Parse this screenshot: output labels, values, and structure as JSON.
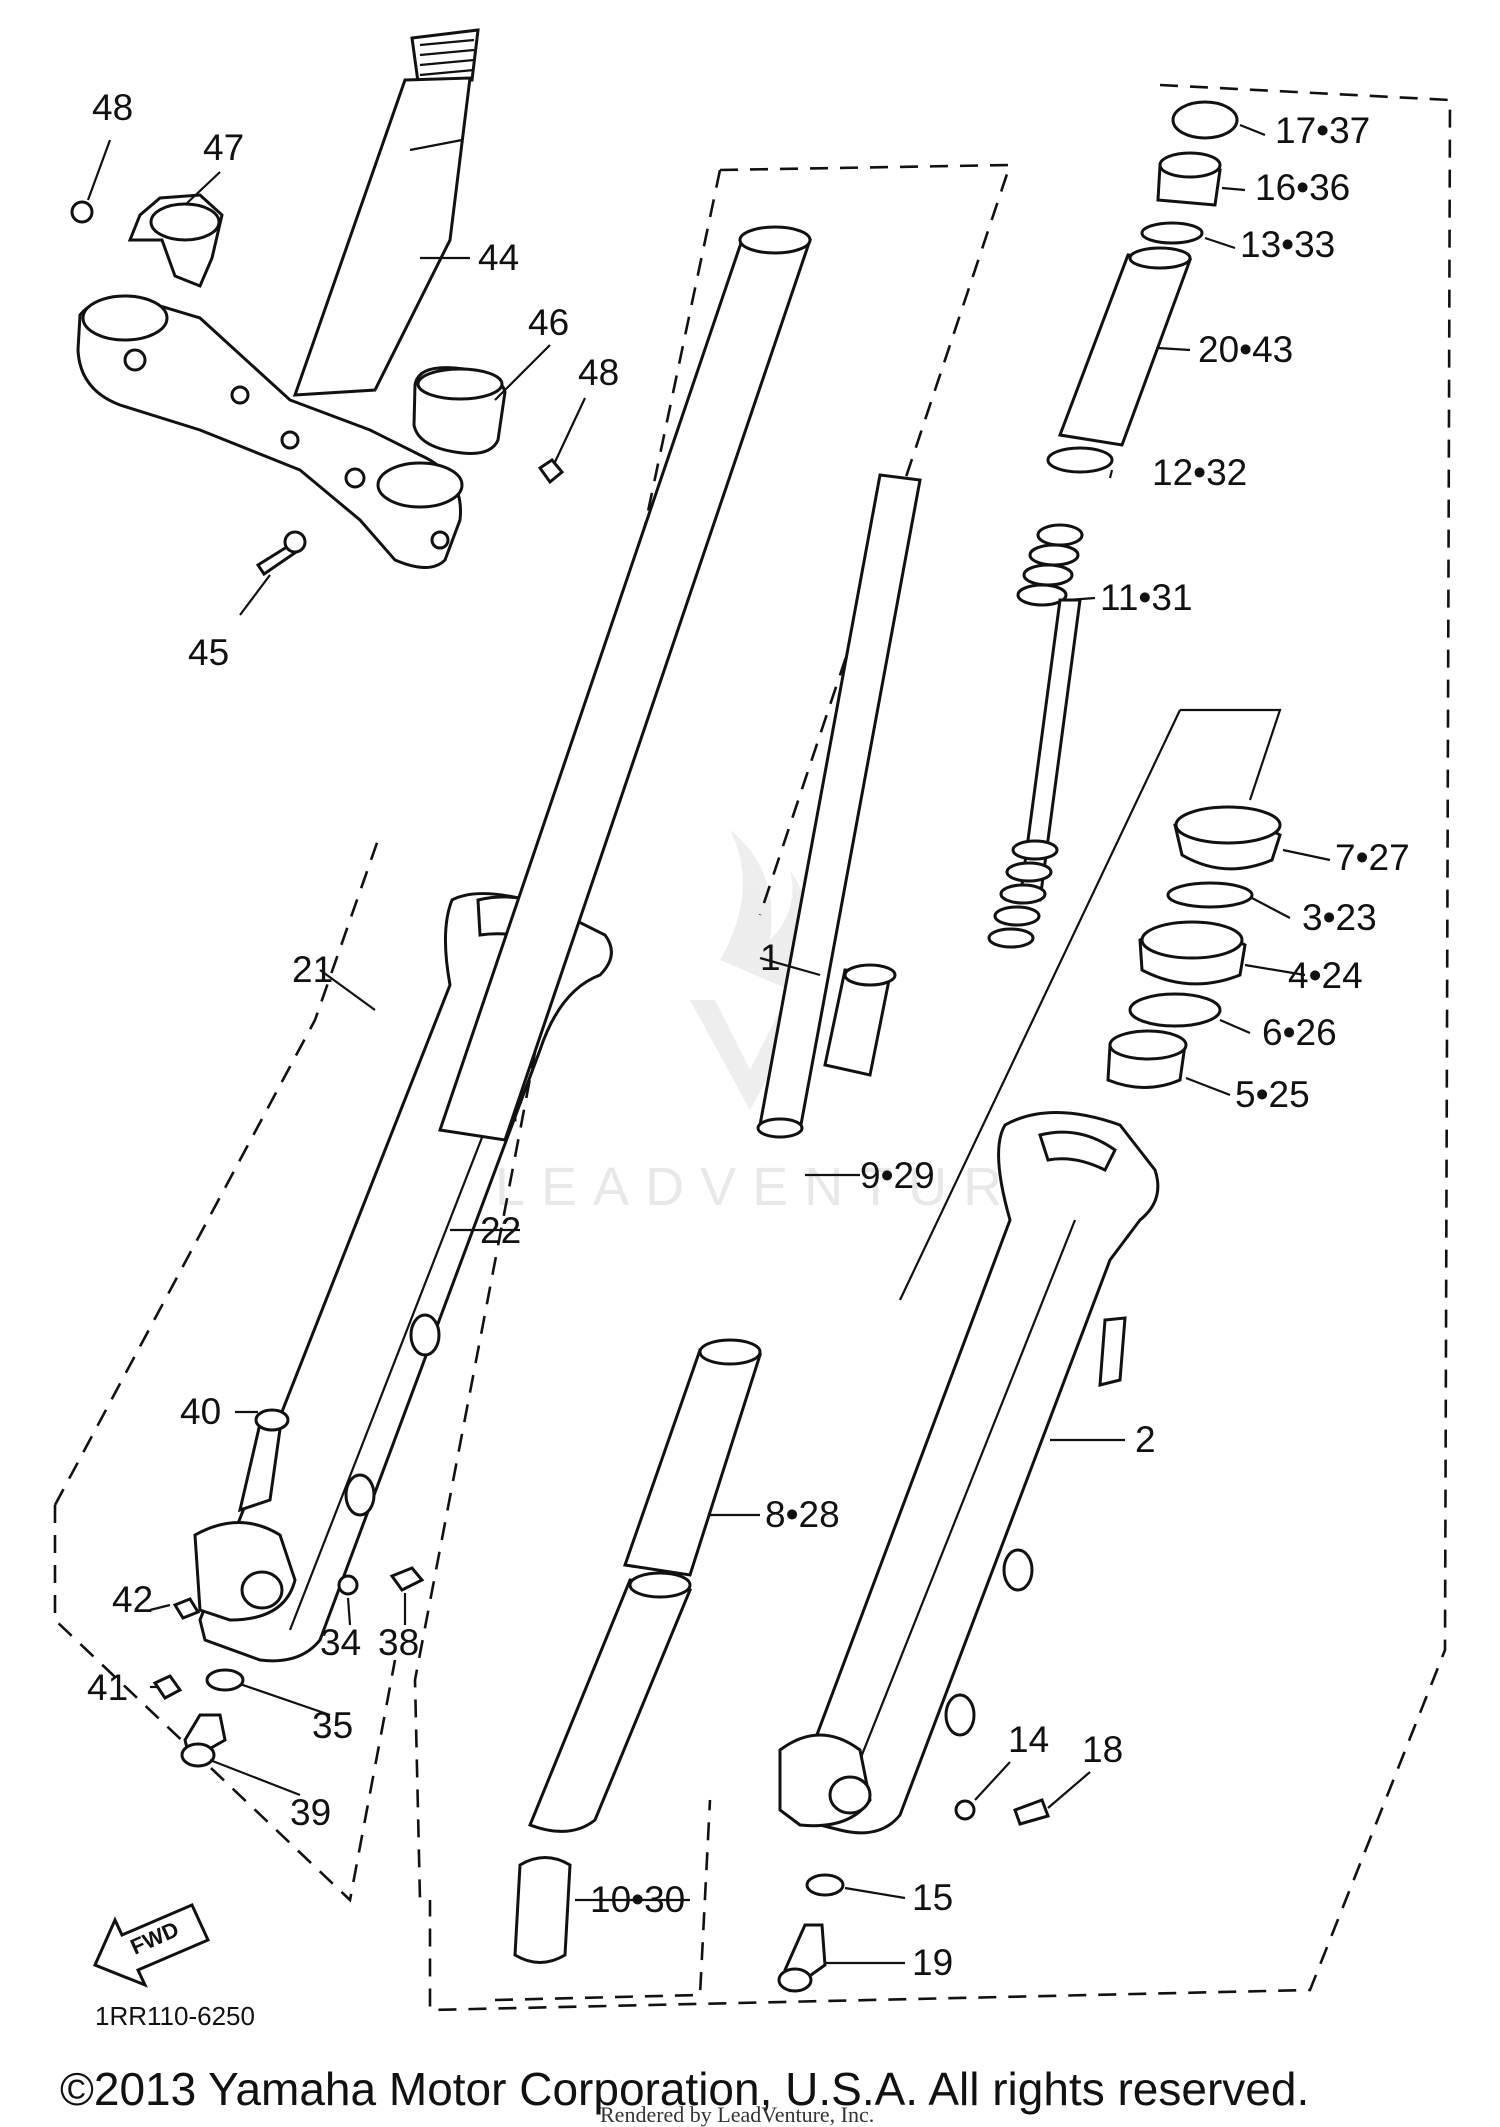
{
  "diagram": {
    "part_labels": {
      "p48a": "48",
      "p47": "47",
      "p44": "44",
      "p46": "46",
      "p48b": "48",
      "p45": "45",
      "p21": "21",
      "p22": "22",
      "p40": "40",
      "p42": "42",
      "p41": "41",
      "p34": "34",
      "p38": "38",
      "p35": "35",
      "p39": "39",
      "p1": "1",
      "p9_29": "9•29",
      "p8_28": "8•28",
      "p10_30": "10•30",
      "p17_37": "17•37",
      "p16_36": "16•36",
      "p13_33": "13•33",
      "p20_43": "20•43",
      "p12_32": "12•32",
      "p11_31": "11•31",
      "p7_27": "7•27",
      "p3_23": "3•23",
      "p4_24": "4•24",
      "p6_26": "6•26",
      "p5_25": "5•25",
      "p2": "2",
      "p14": "14",
      "p18": "18",
      "p15": "15",
      "p19": "19"
    },
    "fwd_arrow_text": "FWD",
    "diagram_code": "1RR110-6250",
    "watermark_text": "LEADVENTURE"
  },
  "footer": {
    "copyright": "©2013 Yamaha Motor Corporation, U.S.A. All rights reserved.",
    "rendered_by": "Rendered by LeadVenture, Inc."
  }
}
